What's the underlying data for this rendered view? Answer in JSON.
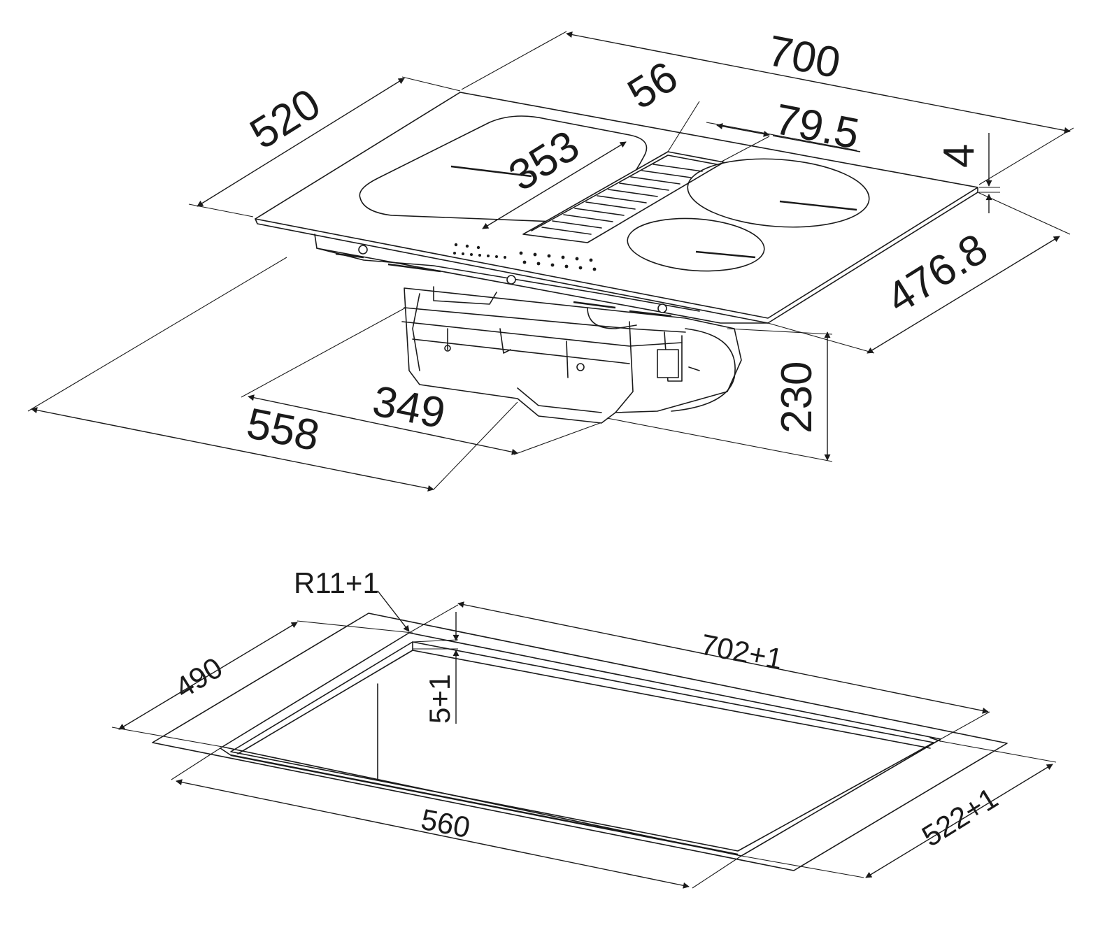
{
  "top_view": {
    "dims": {
      "width": "700",
      "depth": "520",
      "vent_width": "56",
      "zone_depth": "353",
      "vent_offset": "79.5",
      "glass_thickness": "4",
      "body_depth": "476.8",
      "body_height": "230",
      "body_width_inner": "349",
      "body_width_outer": "558"
    }
  },
  "cutout_view": {
    "dims": {
      "corner_radius": "R11+1",
      "cut_width": "702+1",
      "recess_depth": "5+1",
      "inner_depth": "490",
      "inner_width": "560",
      "cut_depth": "522+1"
    }
  }
}
